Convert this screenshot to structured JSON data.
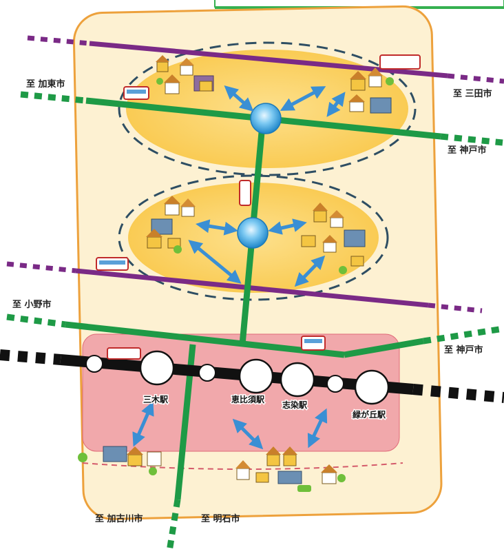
{
  "destinations": {
    "kato": "至 加東市",
    "sanda": "至 三田市",
    "kobe_upper": "至 神戸市",
    "ono": "至 小野市",
    "kobe_lower": "至 神戸市",
    "kakogawa": "至 加古川市",
    "akashi": "至 明石市"
  },
  "stations": {
    "miki": "三木駅",
    "ebisu": "恵比須駅",
    "shijimi": "志染駅",
    "midorigaoka": "緑が丘駅"
  },
  "colors": {
    "road_green": "#1e9a46",
    "road_purple": "#7a2a86",
    "rail_black": "#111111",
    "hub_blue": "#3aa8e8",
    "arrow_blue": "#3a8fd4",
    "district_yellow": "#fbd774",
    "ellipse_dash": "#2e4e63",
    "center_pink": "#ef9ba4",
    "base_cream": "#fdf1d2",
    "base_border": "#eda13c"
  }
}
